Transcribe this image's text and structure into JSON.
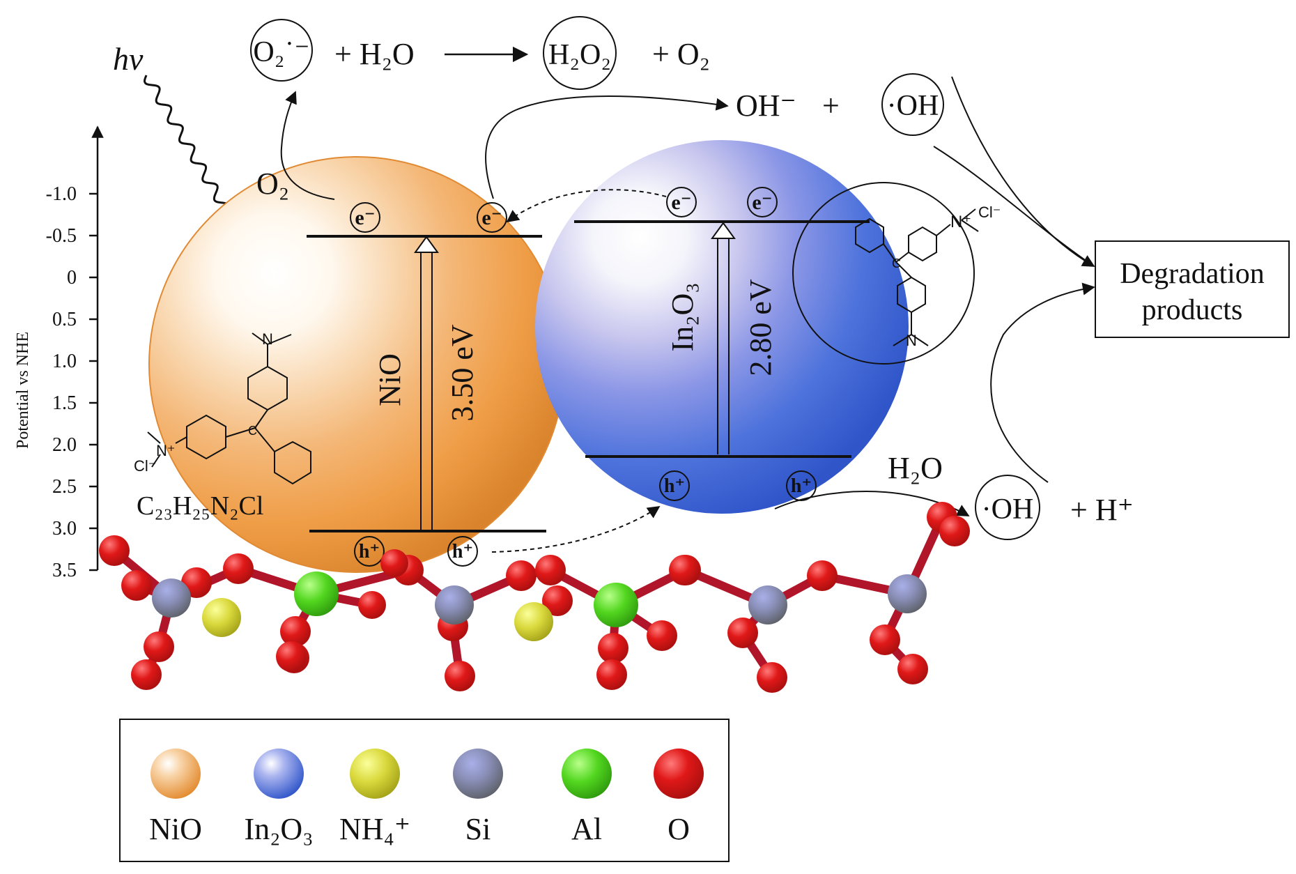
{
  "colors": {
    "nio": "#f0a14c",
    "in2o3": "#3f66d6",
    "nh4": "#d9d83c",
    "si": "#8f8f97",
    "al": "#52d61f",
    "o": "#e01818",
    "line": "#111111"
  },
  "light": "hv",
  "axis": {
    "label": "Potential vs NHE",
    "ticks": [
      "-1.0",
      "-0.5",
      "0",
      "0.5",
      "1.0",
      "1.5",
      "2.0",
      "2.5",
      "3.0",
      "3.5"
    ]
  },
  "reactions": {
    "top_lhs": "+ H₂O",
    "top_rhs": "+ O₂",
    "o2": "O₂",
    "oh_minus": "OH⁻",
    "plus": "+",
    "h2o": "H₂O",
    "h_plus": "+ H⁺",
    "superoxide": "O₂˙⁻",
    "h2o2": "H₂O₂",
    "oh_radical_top": "·OH",
    "oh_radical_bottom": "·OH"
  },
  "nio": {
    "label": "NiO",
    "gap": "3.50 eV"
  },
  "in2o3": {
    "label": "In₂O₃",
    "gap": "2.80 eV"
  },
  "carriers": {
    "electron": "e⁻",
    "hole": "h⁺"
  },
  "dye": {
    "formula": "C₂₃H₂₅N₂Cl",
    "cl_left": "Cl⁻",
    "n_left": "N⁺",
    "cl_right": "Cl⁻",
    "n_right": "N⁺",
    "n": "N",
    "c": "C"
  },
  "products": "Degradation products",
  "products_line1": "Degradation",
  "products_line2": "products",
  "legend": [
    {
      "label": "NiO",
      "color": "#f0a14c"
    },
    {
      "label": "In₂O₃",
      "color": "#3f66d6"
    },
    {
      "label": "NH₄⁺",
      "color": "#d9d83c"
    },
    {
      "label": "Si",
      "color": "#8f8f97"
    },
    {
      "label": "Al",
      "color": "#52d61f"
    },
    {
      "label": "O",
      "color": "#e01818"
    }
  ]
}
